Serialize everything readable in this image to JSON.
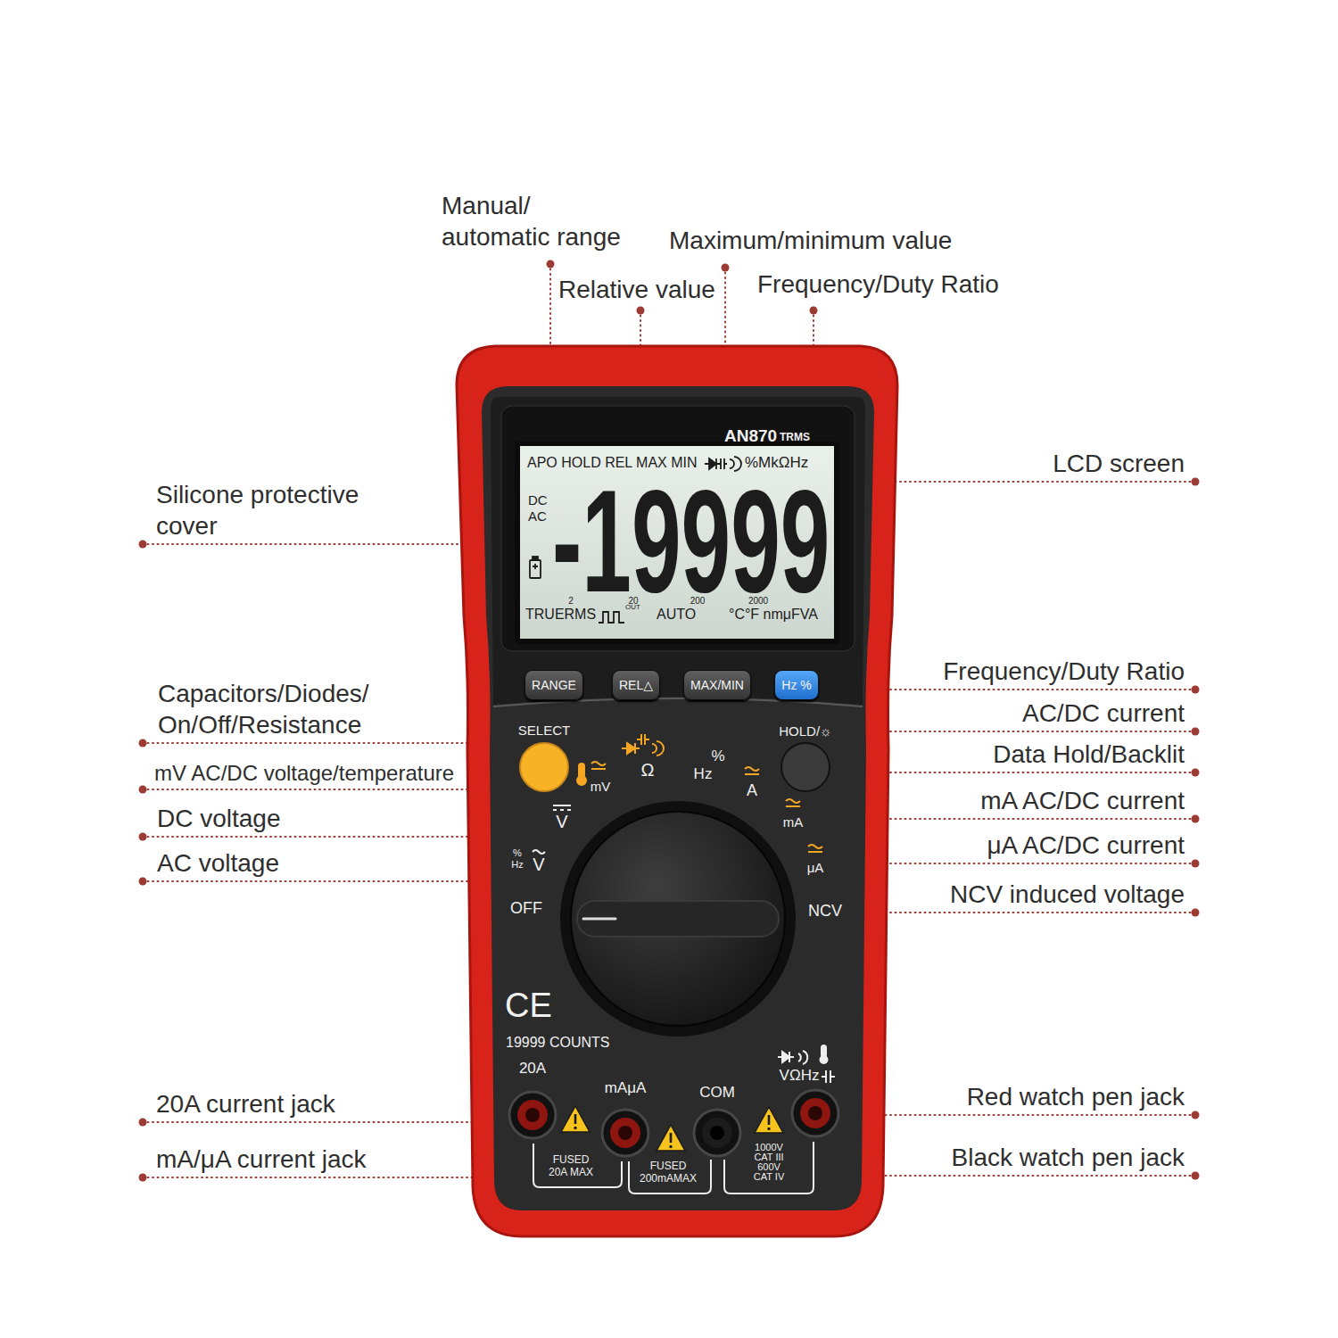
{
  "diagram": {
    "nodes": [
      {
        "text": [
          "APO HOLD REL MAX MIN",
          "%MkΩHz",
          "DC",
          "AC",
          "-19999",
          "2",
          "20",
          "200",
          "2000",
          "TRUERMS",
          "OUT",
          "AUTO",
          "°C°F nmμFVA"
        ]
      },
      {
        "text": [
          "RANGE"
        ]
      },
      {
        "text": [
          "REL△"
        ]
      },
      {
        "text": [
          "MAX/MIN"
        ]
      },
      {
        "text": [
          "Hz %"
        ]
      }
    ],
    "labels": [
      "Manual/ automatic range",
      "Maximum/minimum value",
      "Relative value",
      "Frequency/Duty Ratio",
      "LCD screen",
      "Silicone protective cover",
      "Frequency/Duty Ratio",
      "Capacitors/Diodes/ On/Off/Resistance",
      "AC/DC current",
      "mV AC/DC voltage/temperature",
      "Data Hold/Backlit",
      "DC voltage",
      "mA AC/DC current",
      "AC voltage",
      "μA AC/DC current",
      "NCV induced voltage",
      "20A current jack",
      "Red watch pen jack",
      "mA/μA current jack",
      "Black watch pen jack",
      "AN870",
      "TRMS",
      "SELECT",
      "HOLD/☼",
      "mV",
      "Ω",
      "%",
      "Hz",
      "A",
      "mA",
      "V",
      "%",
      "Hz",
      "V",
      "μA",
      "OFF",
      "NCV",
      "CE",
      "19999 COUNTS",
      "20A",
      "mAμA",
      "COM",
      "VΩHz",
      "FUSED 20A MAX",
      "FUSED 200mAMAX",
      "1000V CAT III 600V CAT IV"
    ]
  }
}
